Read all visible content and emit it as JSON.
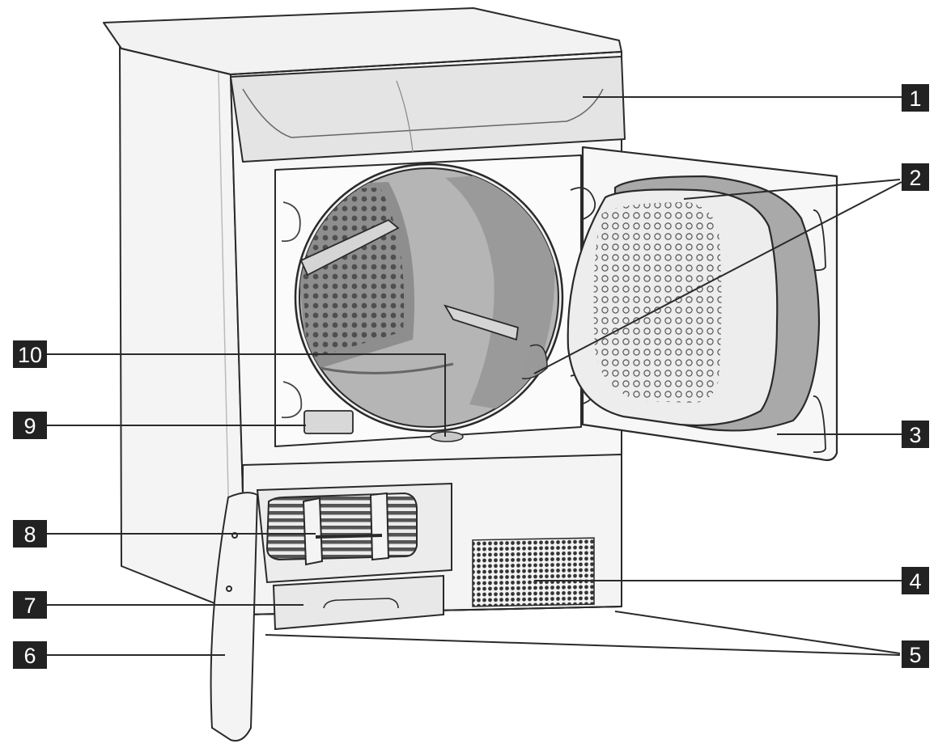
{
  "callouts": [
    {
      "id": "1",
      "label": "1"
    },
    {
      "id": "2",
      "label": "2"
    },
    {
      "id": "3",
      "label": "3"
    },
    {
      "id": "4",
      "label": "4"
    },
    {
      "id": "5",
      "label": "5"
    },
    {
      "id": "6",
      "label": "6"
    },
    {
      "id": "7",
      "label": "7"
    },
    {
      "id": "8",
      "label": "8"
    },
    {
      "id": "9",
      "label": "9"
    },
    {
      "id": "10",
      "label": "10"
    }
  ],
  "colors": {
    "outline": "#2a2a2a",
    "body_fill": "#f4f4f4",
    "shade_fill": "#d9d9d9",
    "drum_fill": "#a8a8a8",
    "drum_dark": "#8e8e8e",
    "label_box": "#222222",
    "label_text": "#ffffff"
  }
}
